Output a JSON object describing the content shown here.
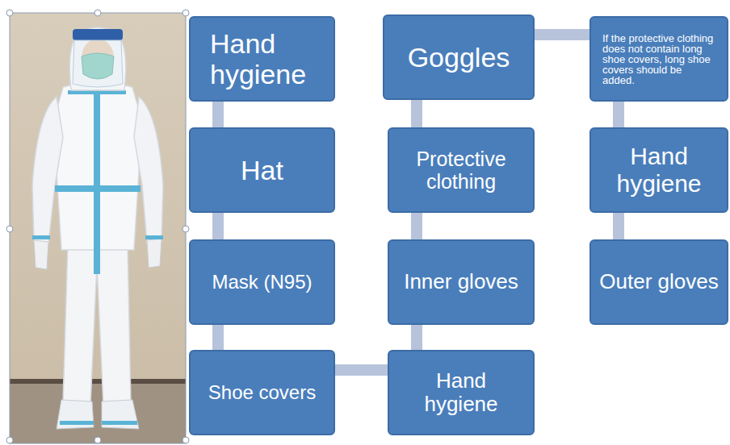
{
  "diagram": {
    "nodes": [
      {
        "text": [
          "Hand hygiene"
        ]
      },
      {
        "text": [
          "Hat"
        ]
      },
      {
        "text": [
          "Mask (N95)"
        ]
      },
      {
        "text": [
          "Shoe covers"
        ]
      },
      {
        "text": [
          "Hand hygiene"
        ]
      },
      {
        "text": [
          "Inner gloves"
        ]
      },
      {
        "text": [
          "Protective clothing"
        ]
      },
      {
        "text": [
          "Goggles"
        ]
      },
      {
        "text": [
          "If the protective clothing does not contain long shoe covers, long shoe covers should be added."
        ]
      },
      {
        "text": [
          "Hand hygiene"
        ]
      },
      {
        "text": [
          "Outer gloves"
        ]
      }
    ],
    "edges": [
      {
        "from": 0,
        "to": 1,
        "arrow": "none"
      },
      {
        "from": 1,
        "to": 2,
        "arrow": "none"
      },
      {
        "from": 2,
        "to": 3,
        "arrow": "none"
      },
      {
        "from": 3,
        "to": 4,
        "arrow": "none"
      },
      {
        "from": 4,
        "to": 5,
        "arrow": "none"
      },
      {
        "from": 5,
        "to": 6,
        "arrow": "none"
      },
      {
        "from": 6,
        "to": 7,
        "arrow": "none"
      },
      {
        "from": 7,
        "to": 8,
        "arrow": "none"
      },
      {
        "from": 8,
        "to": 9,
        "arrow": "none"
      },
      {
        "from": 9,
        "to": 10,
        "arrow": "none"
      }
    ]
  }
}
